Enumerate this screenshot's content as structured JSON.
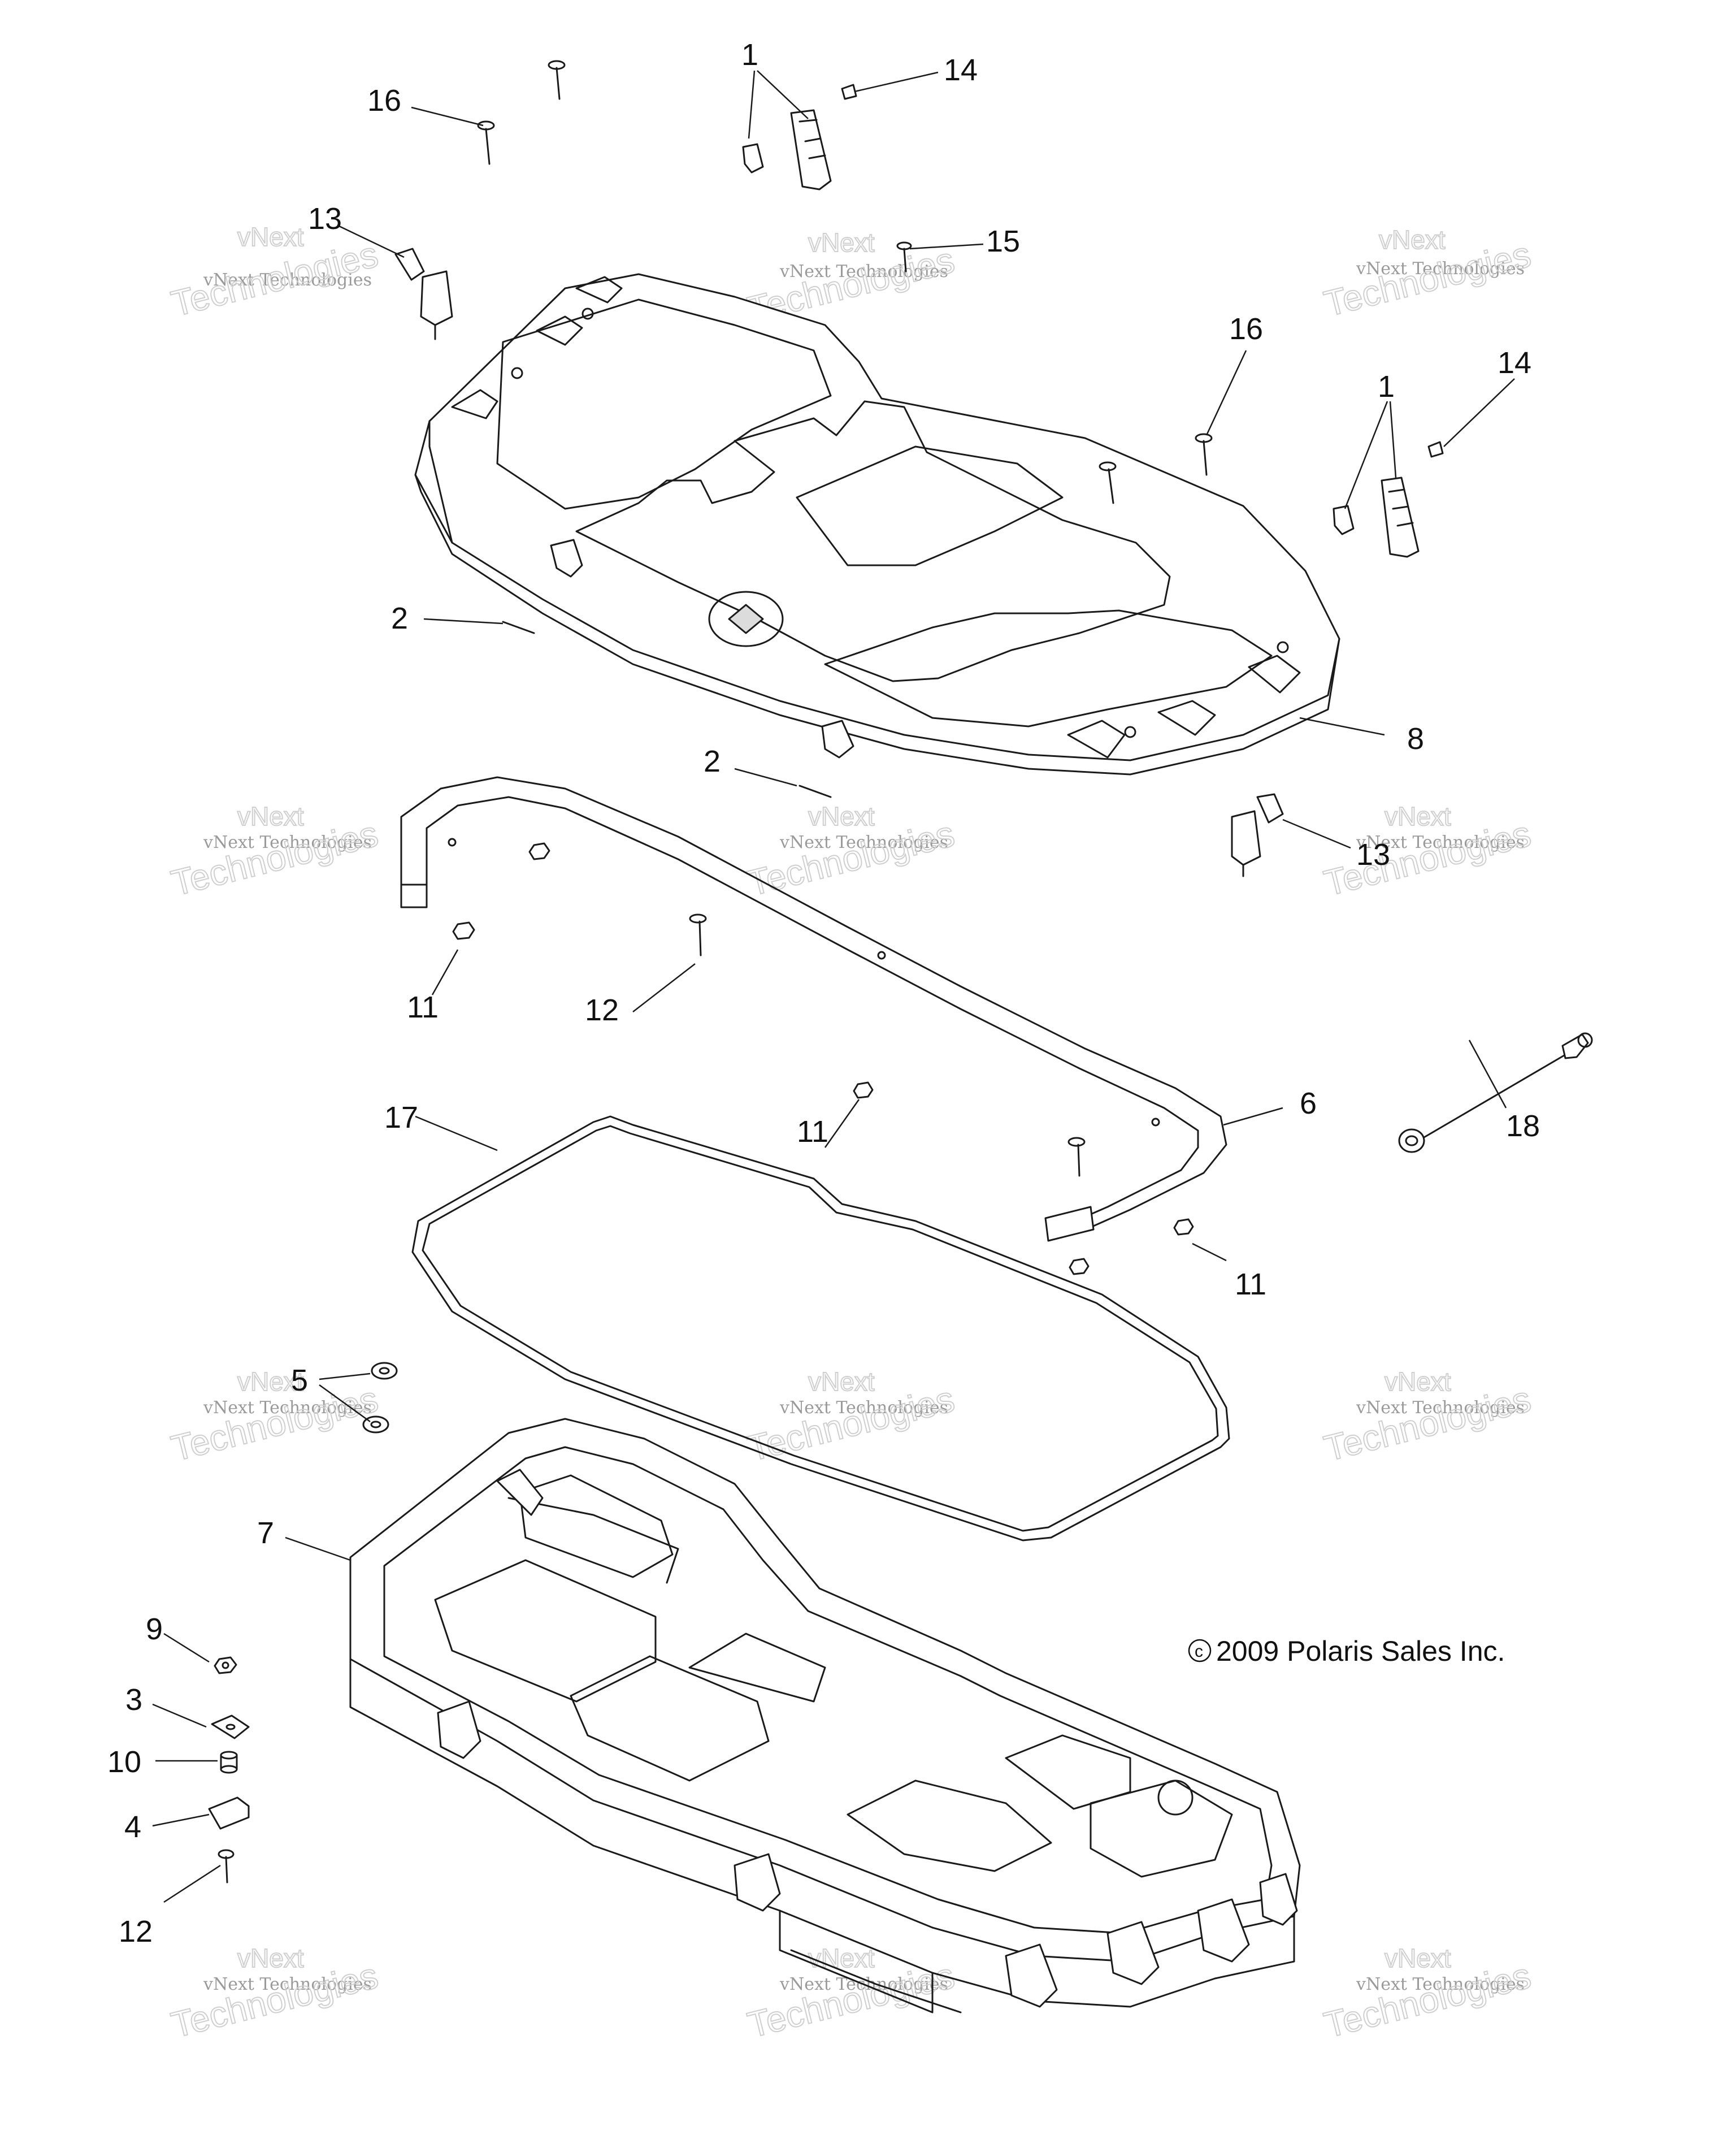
{
  "callouts": {
    "c1a": "1",
    "c14a": "14",
    "c16a": "16",
    "c13a": "13",
    "c15": "15",
    "c16b": "16",
    "c1b": "1",
    "c14b": "14",
    "c2a": "2",
    "c8": "8",
    "c2b": "2",
    "c13b": "13",
    "c11a": "11",
    "c12a": "12",
    "c18": "18",
    "c17": "17",
    "c11b": "11",
    "c6": "6",
    "c11c": "11",
    "c5": "5",
    "c7": "7",
    "c9": "9",
    "c3": "3",
    "c10": "10",
    "c4": "4",
    "c12b": "12"
  },
  "copyright": "2009 Polaris Sales Inc.",
  "copyright_symbol": "c",
  "watermark": {
    "line1": "vNext Technologies",
    "big": "Technologies",
    "small": "vNext"
  },
  "colors": {
    "ink": "#1a1a1a",
    "watermark": "#cfcfcf",
    "background": "#ffffff"
  }
}
